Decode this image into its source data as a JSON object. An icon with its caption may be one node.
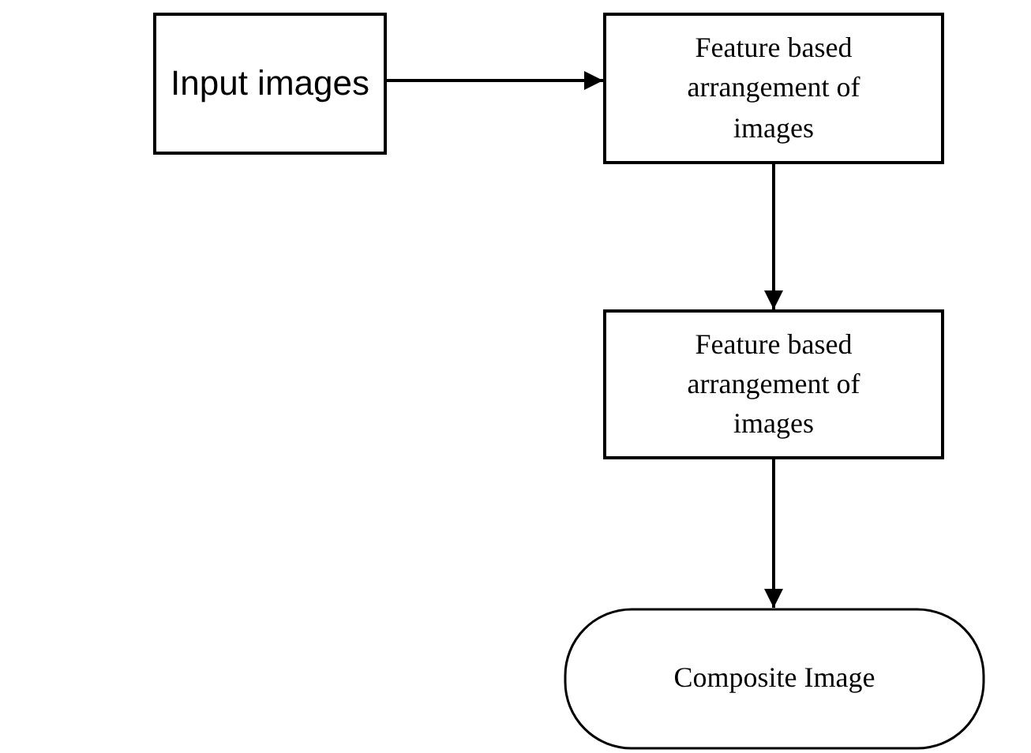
{
  "diagram": {
    "nodes": [
      {
        "text": [
          "Input images"
        ]
      },
      {
        "text": [
          "Feature based arrangement of images"
        ]
      },
      {
        "text": [
          "Feature based arrangement of images"
        ]
      },
      {
        "text": [
          "Composite Image"
        ]
      }
    ],
    "edges": [
      {
        "from": 0,
        "to": 1,
        "arrow": "to"
      },
      {
        "from": 1,
        "to": 2,
        "arrow": "to"
      },
      {
        "from": 2,
        "to": 3,
        "arrow": "to"
      }
    ]
  }
}
